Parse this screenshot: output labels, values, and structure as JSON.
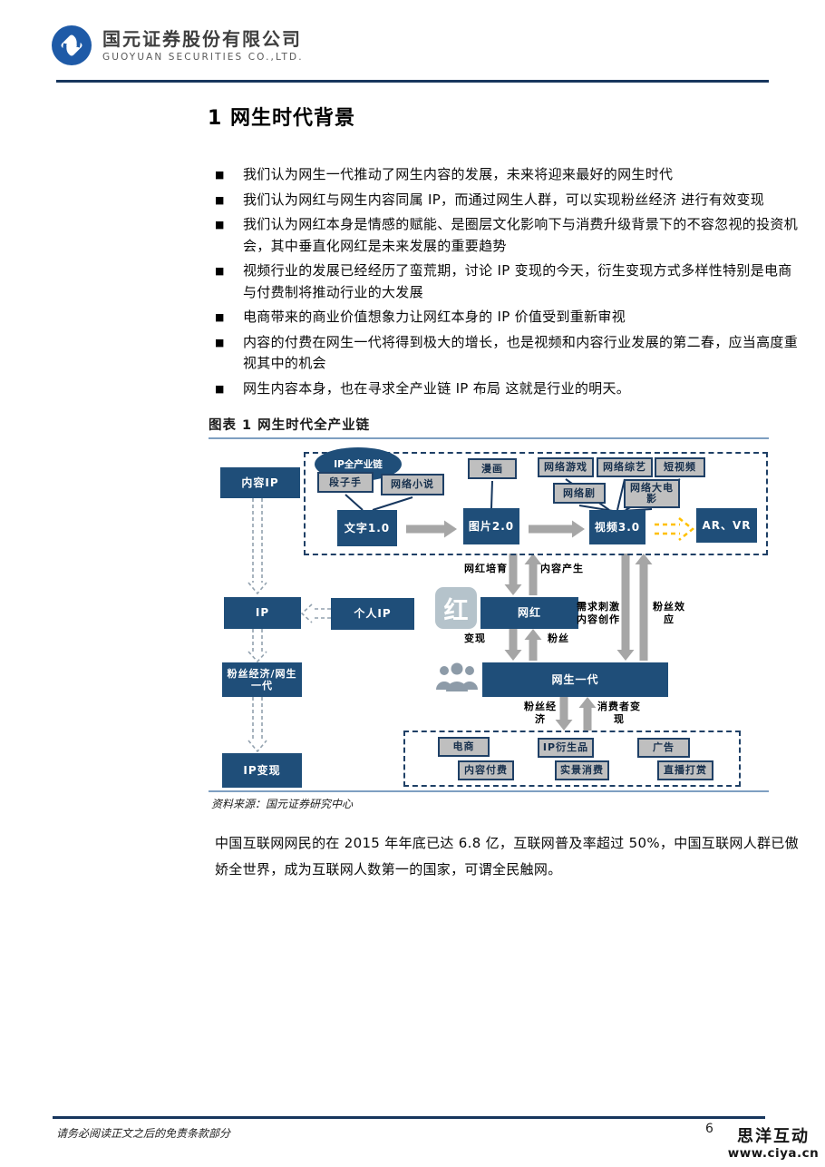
{
  "header": {
    "company_cn": "国元证券股份有限公司",
    "company_en": "GUOYUAN SECURITIES CO.,LTD."
  },
  "section": {
    "title": "1 网生时代背景"
  },
  "bullets": [
    "我们认为网生一代推动了网生内容的发展，未来将迎来最好的网生时代",
    "我们认为网红与网生内容同属 IP，而通过网生人群，可以实现粉丝经济 进行有效变现",
    "我们认为网红本身是情感的赋能、是圈层文化影响下与消费升级背景下的不容忽视的投资机会，其中垂直化网红是未来发展的重要趋势",
    "视频行业的发展已经经历了蛮荒期，讨论 IP 变现的今天，衍生变现方式多样性特别是电商与付费制将推动行业的大发展",
    "电商带来的商业价值想象力让网红本身的 IP 价值受到重新审视",
    "内容的付费在网生一代将得到极大的增长，也是视频和内容行业发展的第二春，应当高度重视其中的机会",
    "网生内容本身，也在寻求全产业链 IP 布局 这就是行业的明天。"
  ],
  "figure": {
    "caption": "图表 1 网生时代全产业链",
    "source": "资料来源：国元证券研究中心"
  },
  "diagram": {
    "ellipse_label": "IP全产业链",
    "content_ip": "内容IP",
    "duanzishou": "段子手",
    "web_novel": "网络小说",
    "text_1_0": "文字1.0",
    "comic": "漫画",
    "picture_2_0": "图片2.0",
    "web_game": "网络游戏",
    "web_variety": "网络综艺",
    "short_video": "短视频",
    "web_drama": "网络剧",
    "web_movie": "网络大电影",
    "video_3_0": "视频3.0",
    "ar_vr": "AR、VR",
    "ip": "IP",
    "personal_ip": "个人IP",
    "wanghong": "网红",
    "label_wanghong_peiyu": "网红培育",
    "label_neirong_chansheng": "内容产生",
    "label_xuqiu_cichuang": "需求刺激内容创作",
    "label_fensi_xiaoying": "粉丝效应",
    "label_bianxian": "变现",
    "label_fensi": "粉丝",
    "fans_economy_gen": "粉丝经济/网生一代",
    "net_generation": "网生一代",
    "label_fensi_jingji": "粉丝经济",
    "label_xiaofeizhe_bianxian": "消费者变现",
    "ip_monetize": "IP变现",
    "ecommerce": "电商",
    "ip_derivatives": "IP衍生品",
    "advertising": "广告",
    "content_pay": "内容付费",
    "real_scene_consume": "实景消费",
    "live_tipping": "直播打赏",
    "hong_watermark": "红"
  },
  "paragraph": "中国互联网网民的在 2015 年年底已达 6.8 亿，互联网普及率超过 50%，中国互联网人群已傲娇全世界，成为互联网人数第一的国家，可谓全民触网。",
  "footer": {
    "disclaimer": "请务必阅读正文之后的免责条款部分",
    "page_number": "6"
  },
  "watermark": {
    "name": "思洋互动",
    "url": "www.ciya.cn"
  },
  "colors": {
    "navy_box": "#1F4E79",
    "rule_navy": "#17365D",
    "gray_box_fill": "#BFBFBF",
    "gray_arrow": "#A6A6A6",
    "yellow_arrow": "#FFC000",
    "light_blue_rule": "#7E9FC1",
    "logo_blue": "#1E5AA7"
  }
}
